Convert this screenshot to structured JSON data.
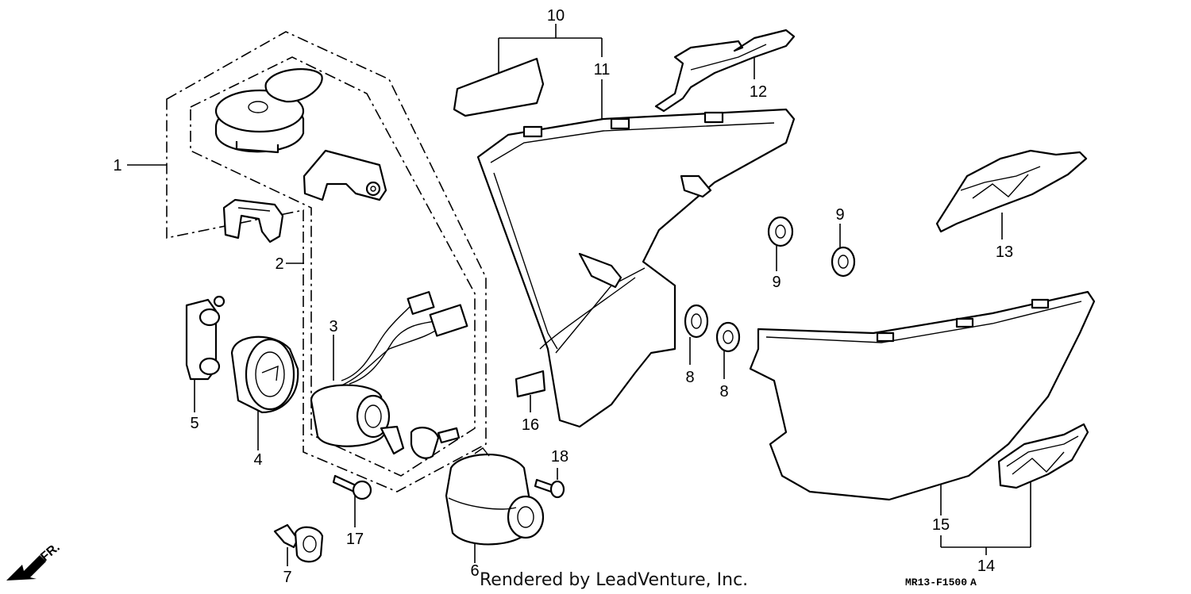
{
  "labels": {
    "l1": "1",
    "l2": "2",
    "l3": "3",
    "l4": "4",
    "l5": "5",
    "l6": "6",
    "l7": "7",
    "l8a": "8",
    "l8b": "8",
    "l9a": "9",
    "l9b": "9",
    "l10": "10",
    "l11": "11",
    "l12": "12",
    "l13": "13",
    "l14": "14",
    "l15": "15",
    "l16": "16",
    "l17": "17",
    "l18": "18"
  },
  "front_indicator": "FR.",
  "credit": "Rendered by LeadVenture, Inc.",
  "figure_code": "MR13-F1500",
  "figure_suffix": "A"
}
